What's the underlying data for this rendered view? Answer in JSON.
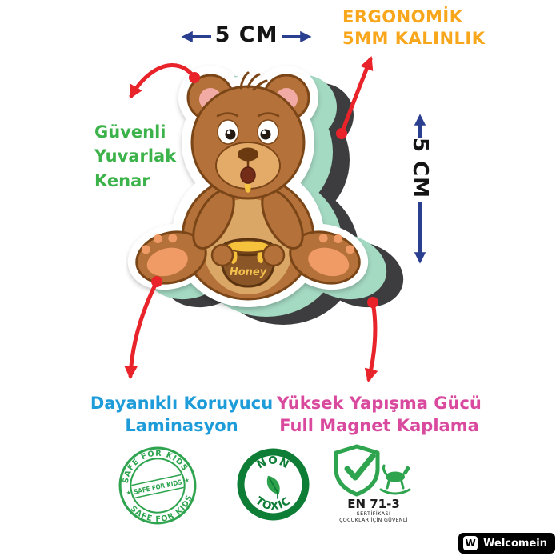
{
  "dimensions": {
    "width_label": "5 CM",
    "height_label": "5 CM"
  },
  "feature_labels": {
    "ergonomic": "ERGONOMİK\n5MM KALINLIK",
    "safe_edge": "Güvenli\nYuvarlak\nKenar",
    "lamination": "Dayanıklı Koruyucu\nLaminasyon",
    "magnet": "Yüksek Yapışma Gücü\nFull Magnet Kaplama"
  },
  "bear": {
    "honey_pot_text": "Honey"
  },
  "badges": {
    "safe_for_kids": {
      "arc_top": "SAFE FOR KIDS",
      "arc_bottom": "SAFE FOR KIDS",
      "center": "SAFE FOR KIDS",
      "star": "★"
    },
    "non_toxic": {
      "top": "NON",
      "bottom": "TOXIC"
    },
    "en71_3": {
      "title": "EN 71-3",
      "subtitle1": "SERTİFİKASI",
      "subtitle2": "ÇOCUKLAR İÇİN GÜVENLİ"
    }
  },
  "watermark": {
    "icon_letter": "W",
    "text": "Welcomein"
  },
  "colors": {
    "arrow_red": "#e8232a",
    "dimension_blue": "#2a3f8f",
    "ergonomic_orange": "#f8a61b",
    "safe_edge_green": "#3cb34a",
    "lamination_blue": "#1d9cd9",
    "magnet_pink": "#d94a9f",
    "badge_green": "#2ea44f",
    "non_toxic_green": "#0e7d36",
    "magnet_layer_teal": "#a4d9c2",
    "magnet_layer_dark": "#3d3d3f",
    "bear_brown": "#b4713a"
  }
}
